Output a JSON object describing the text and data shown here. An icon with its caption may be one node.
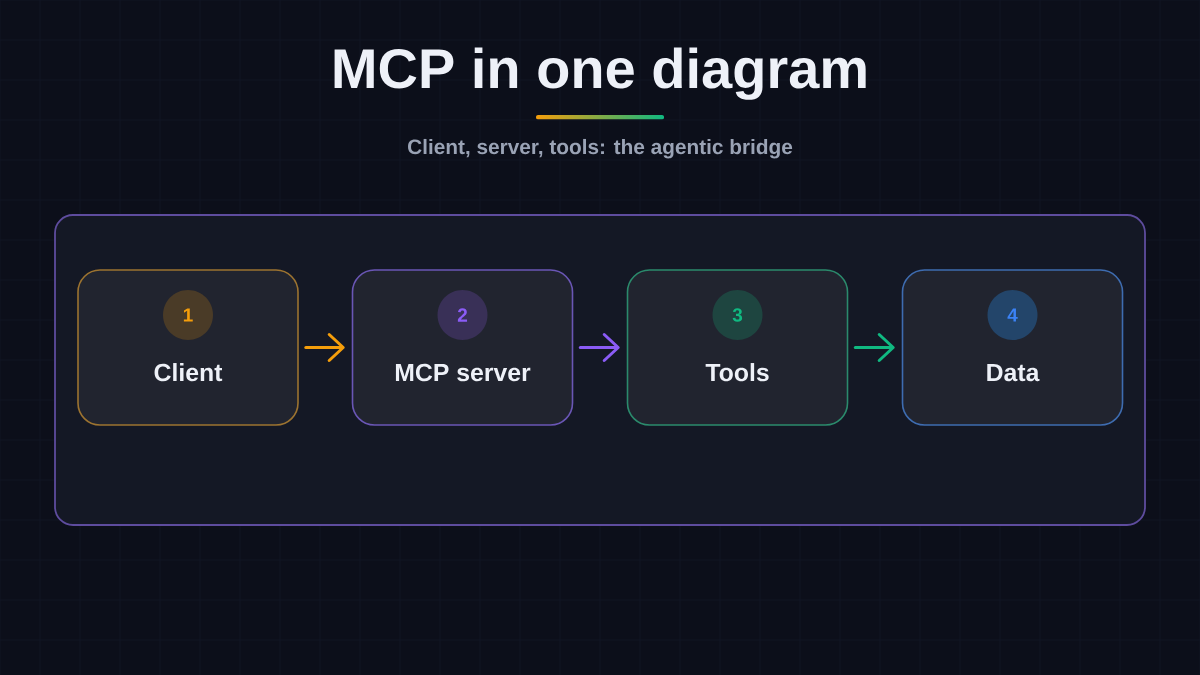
{
  "diagram": {
    "title": "MCP in one diagram",
    "nodes": [
      {
        "text": [],
        "shape": "box"
      },
      {
        "text": [
          "Client"
        ],
        "in": 0
      },
      {
        "text": [
          "1"
        ],
        "in": 1
      },
      {
        "text": [
          "MCP server"
        ],
        "in": 0
      },
      {
        "text": [
          "2"
        ],
        "in": 3
      },
      {
        "text": [
          "Tools"
        ],
        "in": 0
      },
      {
        "text": [
          "3"
        ],
        "in": 5
      },
      {
        "text": [
          "Data"
        ],
        "in": 0
      },
      {
        "text": [
          "4"
        ],
        "in": 7
      }
    ],
    "edges": [
      {
        "from": 1,
        "to": 3,
        "arrow": "to",
        "color": "#f59e0b"
      },
      {
        "from": 3,
        "to": 5,
        "arrow": "to",
        "color": "#8b5cf6"
      },
      {
        "from": 5,
        "to": 7,
        "arrow": "to",
        "color": "#10b981"
      }
    ],
    "labels": [
      "Client, server, tools: the agentic bridge"
    ]
  }
}
